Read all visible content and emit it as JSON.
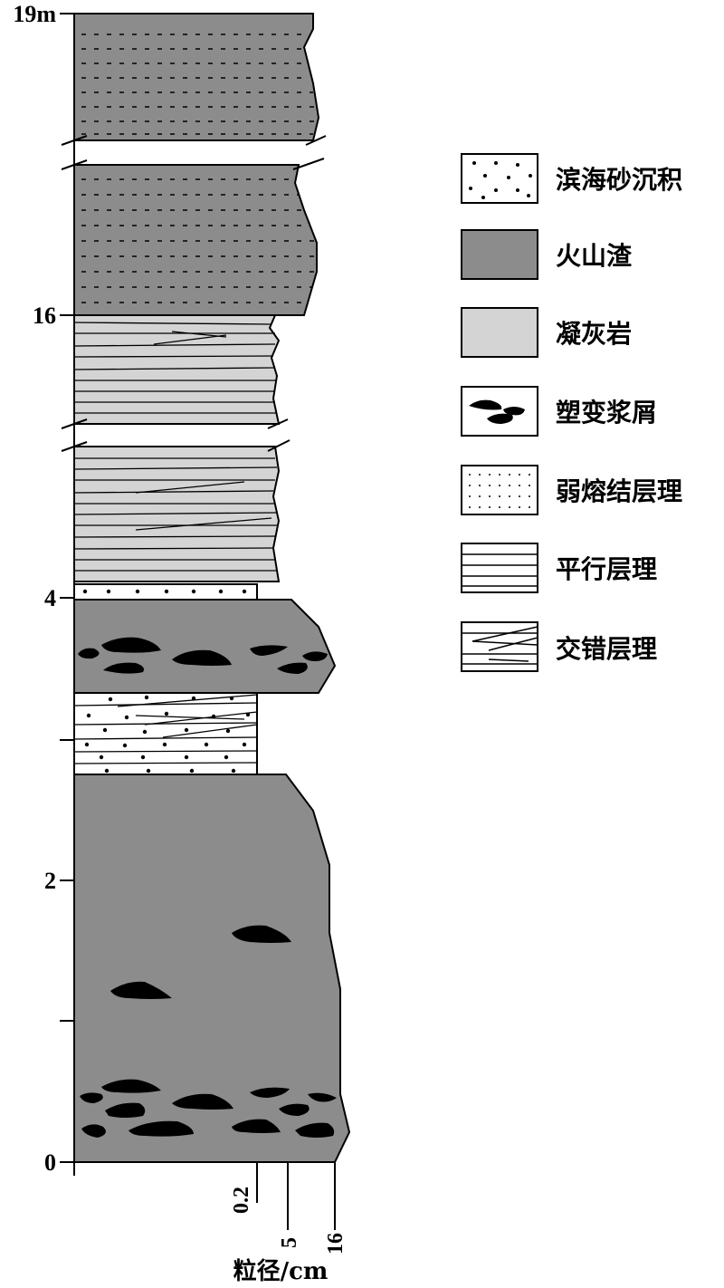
{
  "y_axis": {
    "ticks": [
      "19m",
      "16",
      "4",
      "2",
      "0"
    ]
  },
  "x_axis": {
    "ticks": [
      "0.2",
      "5",
      "16"
    ],
    "title": "粒径/cm"
  },
  "legend": [
    {
      "label": "滨海砂沉积",
      "pattern": "sparse-dots"
    },
    {
      "label": "火山渣",
      "pattern": "dark-gray"
    },
    {
      "label": "凝灰岩",
      "pattern": "light-gray"
    },
    {
      "label": "塑变浆屑",
      "pattern": "black-lenses"
    },
    {
      "label": "弱熔结层理",
      "pattern": "dotted-rows"
    },
    {
      "label": "平行层理",
      "pattern": "parallel-lines"
    },
    {
      "label": "交错层理",
      "pattern": "cross-lines"
    }
  ],
  "colors": {
    "scoria": "#8c8c8c",
    "tuff": "#d4d4d4",
    "sand": "#ffffff",
    "ink": "#000000"
  }
}
